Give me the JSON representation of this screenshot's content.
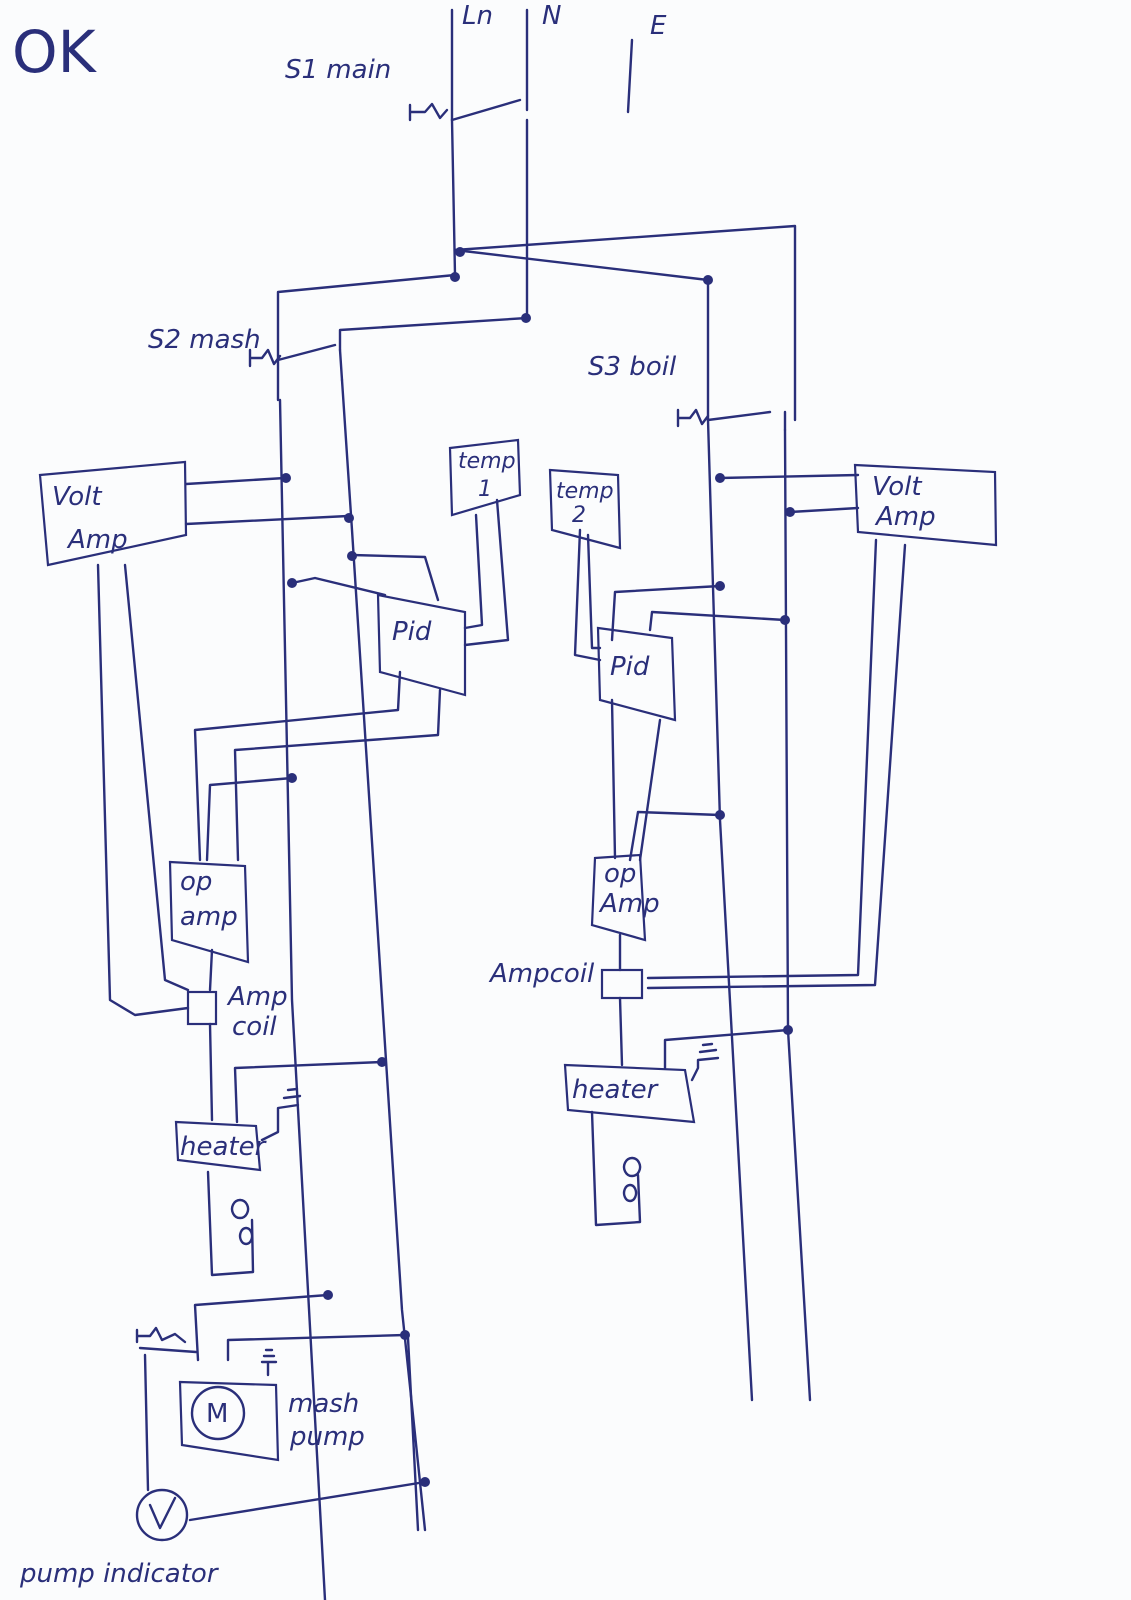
{
  "header": {
    "mark": "OK"
  },
  "supply": {
    "line": "Ln",
    "neutral": "N",
    "earth": "E"
  },
  "switches": {
    "main": "S1 main",
    "mash": "S2 mash",
    "boil": "S3 boil"
  },
  "left": {
    "meter_line1": "Volt",
    "meter_line2": "Amp",
    "sensor_line1": "temp",
    "sensor_line2": "1",
    "controller": "Pid",
    "amplifier_line1": "op",
    "amplifier_line2": "amp",
    "relay_line1": "Amp",
    "relay_line2": "coil",
    "heater": "heater"
  },
  "right": {
    "meter_line1": "Volt",
    "meter_line2": "Amp",
    "sensor_line1": "temp",
    "sensor_line2": "2",
    "controller": "Pid",
    "amplifier_line1": "op",
    "amplifier_line2": "Amp",
    "relay": "Ampcoil",
    "heater": "heater"
  },
  "pump": {
    "motor_symbol": "M",
    "label_line1": "mash",
    "label_line2": "pump",
    "indicator": "pump indicator"
  }
}
